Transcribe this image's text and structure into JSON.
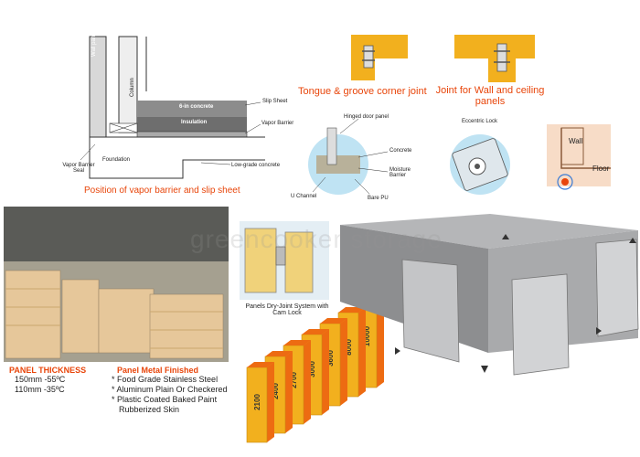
{
  "diagram1": {
    "caption": "Position of vapor barrier and slip sheet",
    "labels": {
      "wall_panel": "Wall panel",
      "column": "Column",
      "concrete": "6-in concrete",
      "insulation": "Insulation",
      "slip_sheet": "Slip Sheet",
      "vapor_barrier": "Vapor Barrier",
      "foundation": "Foundation",
      "vapor_barrier_seal": "Vapor Barrier Seal",
      "low_grade_concrete": "Low-grade concrete"
    }
  },
  "diagram2": {
    "tongue_caption": "Tongue & groove corner joint",
    "joint_caption": "Joint for Wall and ceiling panels",
    "labels": {
      "hinged_door_panel": "Hinged door panel",
      "concrete": "Concrete",
      "moisture_barrier": "Moisture Barrier",
      "u_channel": "U Channel",
      "bare_pu": "Bare PU",
      "eccentric_lock": "Eccentric Lock",
      "wall": "Wall",
      "floor": "Floor"
    }
  },
  "panels_caption": "Panels Dry-Joint System with Cam Lock",
  "watermark": "greencooker storage",
  "panel_thickness": {
    "title": "PANEL THICKNESS",
    "rows": [
      "150mm  -55ºC",
      "110mm  -35ºC"
    ]
  },
  "panel_metal": {
    "title": "Panel Metal Finished",
    "items": [
      "* Food Grade  Stainless Steel",
      "* Aluminum Plain  Or Checkered",
      "* Plastic Coated Baked Paint",
      "  Rubberized Skin"
    ]
  },
  "panel_heights": [
    "2100",
    "2400",
    "2700",
    "3000",
    "3600",
    "8000",
    "10000"
  ],
  "colors": {
    "accent": "#e8450a",
    "panel": "#f2b01e",
    "panel_edge": "#ed6b12",
    "gray": "#a9aaac"
  }
}
